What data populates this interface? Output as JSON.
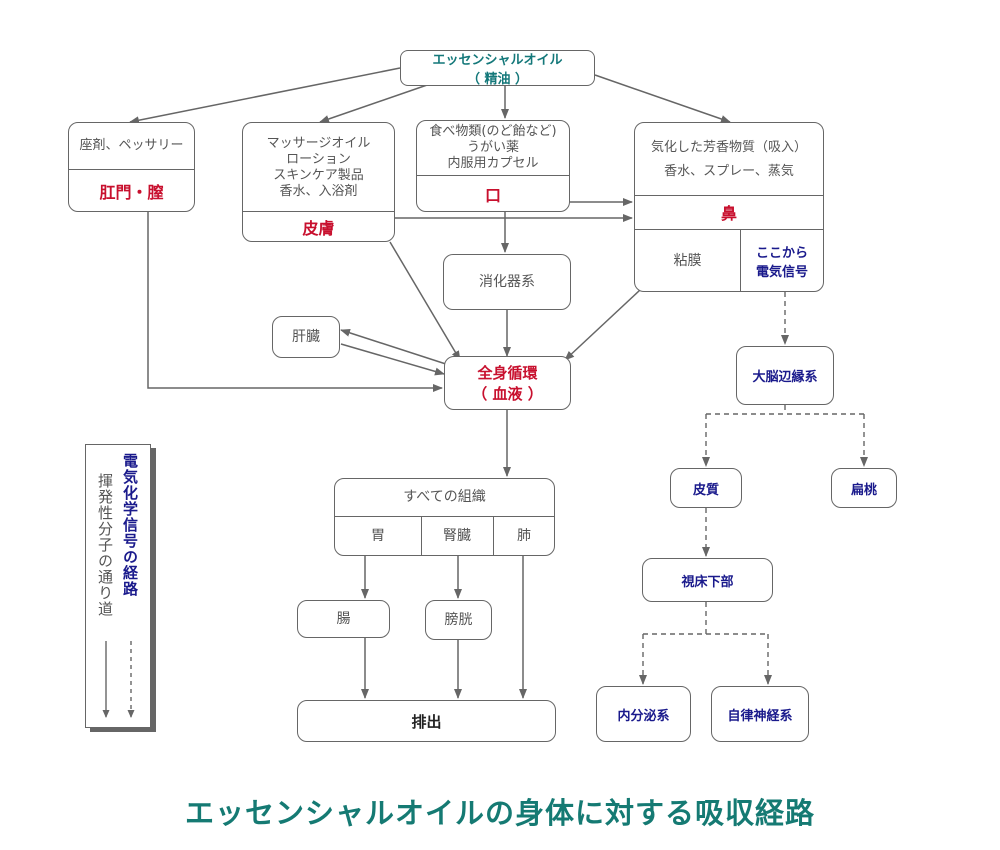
{
  "title": "エッセンシャルオイルの身体に対する吸収経路",
  "source": {
    "line1": "エッセンシャルオイル",
    "line2": "（ 精油 ）"
  },
  "routes": {
    "anal": {
      "desc": "座剤、ペッサリー",
      "label": "肛門・膣"
    },
    "skin": {
      "desc": [
        "マッサージオイル",
        "ローション",
        "スキンケア製品",
        "香水、入浴剤"
      ],
      "label": "皮膚"
    },
    "mouth": {
      "desc": [
        "食べ物類(のど飴など)",
        "うがい薬",
        "内服用カプセル"
      ],
      "label": "口"
    },
    "nose": {
      "desc": [
        "気化した芳香物質（吸入）",
        "香水、スプレー、蒸気"
      ],
      "label": "鼻",
      "mucosa": "粘膜",
      "signal": [
        "ここから",
        "電気信号"
      ]
    }
  },
  "digestive": "消化器系",
  "liver": "肝臓",
  "circulation": {
    "line1": "全身循環",
    "line2": "（ 血液 ）"
  },
  "tissues": {
    "header": "すべての組織",
    "cells": [
      "胃",
      "腎臓",
      "肺"
    ]
  },
  "intestine": "腸",
  "bladder": "膀胱",
  "excretion": "排出",
  "limbic": "大脳辺縁系",
  "cortex": "皮質",
  "amygdala": "扁桃",
  "hypothalamus": "視床下部",
  "endocrine": "内分泌系",
  "autonomic": "自律神経系",
  "legend": {
    "volatile": "揮発性分子の通り道",
    "signal": "電気化学信号の経路"
  },
  "colors": {
    "accent_red": "#c8102e",
    "navy": "#1a1a8c",
    "teal": "#157a73",
    "line": "#666666"
  }
}
